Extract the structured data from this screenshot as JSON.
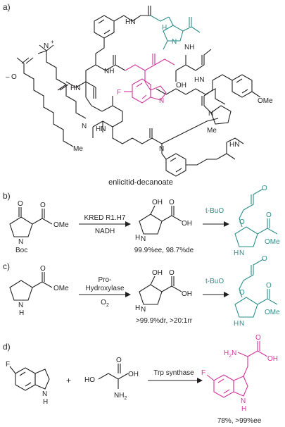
{
  "panels": {
    "a": {
      "label": "a)",
      "caption": "enlicitid-decanoate",
      "atoms": {
        "nme3": "N",
        "plus": "+",
        "minus": "–",
        "o_ester": "O",
        "oh_thr": "OH",
        "f": "F",
        "n_indole": "N",
        "ome": "OMe",
        "n_pro": "N",
        "me_pro": "Me",
        "h_pro": "H",
        "n_macro": "N",
        "hn1": "HN",
        "hn2": "HN",
        "hn3": "HN",
        "hn4": "HN",
        "hn5": "HN",
        "nh1": "NH",
        "nh2": "NH",
        "n_tail": "N",
        "me": "Me",
        "n_pip": "N"
      }
    },
    "b": {
      "label": "b)",
      "reagent_top": "KRED R1.H7",
      "reagent_bottom": "NADH",
      "result": "99.9%ee, 98.7%de",
      "atoms": {
        "o1": "O",
        "ome1": "OMe",
        "n1": "N",
        "boc": "Boc",
        "oh": "OH",
        "hn": "N",
        "h": "H",
        "oh2": "OH",
        "o2": "O",
        "tbuo": "t-BuO",
        "o3": "O",
        "o4": "O",
        "n3": "N",
        "h3": "H",
        "ome3": "OMe",
        "o5": "O",
        "o6": "O"
      }
    },
    "c": {
      "label": "c)",
      "reagent_top1": "Pro-",
      "reagent_top2": "Hydroxylase",
      "reagent_bottom": "O",
      "reagent_sub": "2",
      "result": ">99.9%dr, >20:1rr",
      "atoms": {
        "n1": "N",
        "h1": "H",
        "ome1": "OMe",
        "o1": "O",
        "oh": "OH",
        "n2": "N",
        "h2": "H",
        "oh2": "OH",
        "o2": "O",
        "tbuo": "t-BuO",
        "o3": "O",
        "o4": "O",
        "n3": "N",
        "h3": "H",
        "ome3": "OMe",
        "o5": "O"
      }
    },
    "d": {
      "label": "d)",
      "plus": "+",
      "reagent_top": "Trp synthase",
      "result": "78%, >99%ee",
      "atoms": {
        "f1": "F",
        "n1": "N",
        "h1": "H",
        "ho": "HO",
        "oh": "OH",
        "o1": "O",
        "nh2": "NH",
        "nh2sub": "2",
        "f2": "F",
        "n2": "N",
        "h2": "H",
        "h2n": "H",
        "h2nsub": "2",
        "h2nN": "N",
        "oh3": "OH",
        "o3": "O"
      }
    }
  },
  "colors": {
    "black": "#231f20",
    "magenta": "#d3359b",
    "teal": "#2a8e8a"
  }
}
